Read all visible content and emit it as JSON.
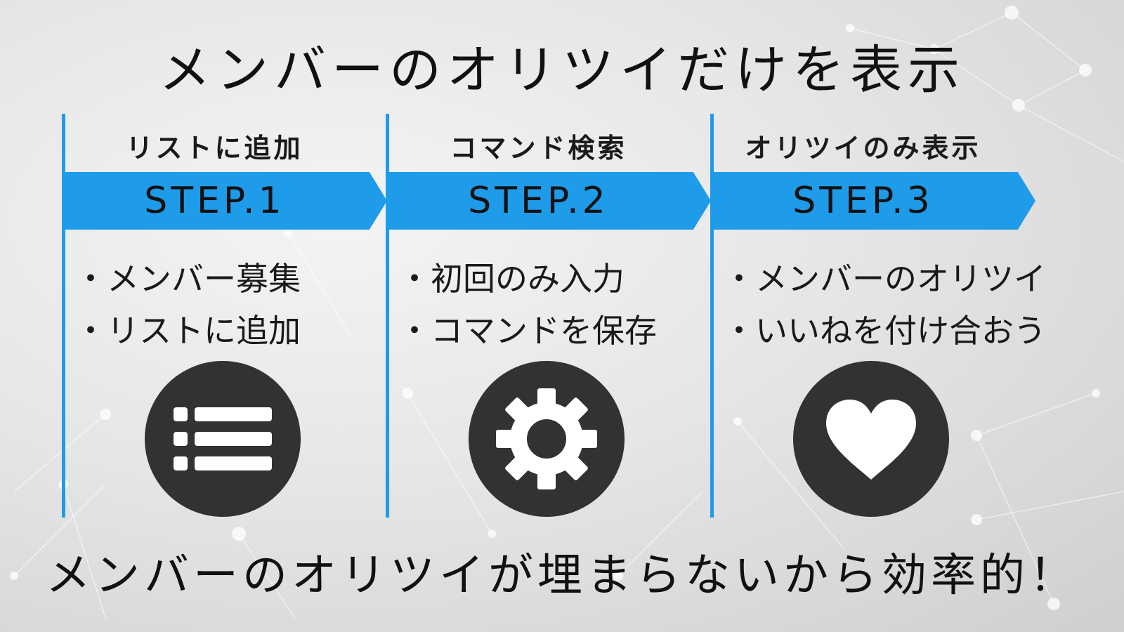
{
  "title": "メンバーのオリツイだけを表示",
  "steps": [
    {
      "heading": "リストに追加",
      "banner": "STEP.1",
      "bullets": [
        "・メンバー募集",
        "・リストに追加"
      ],
      "icon": "list-icon"
    },
    {
      "heading": "コマンド検索",
      "banner": "STEP.2",
      "bullets": [
        "・初回のみ入力",
        "・コマンドを保存"
      ],
      "icon": "gear-icon"
    },
    {
      "heading": "オリツイのみ表示",
      "banner": "STEP.3",
      "bullets": [
        "・メンバーのオリツイ",
        "・いいねを付け合おう"
      ],
      "icon": "heart-icon"
    }
  ],
  "footer": "メンバーのオリツイが埋まらないから効率的！",
  "colors": {
    "accent": "#1e9be9",
    "icon_bg": "#323232",
    "icon_fg": "#ffffff",
    "text": "#111111"
  }
}
